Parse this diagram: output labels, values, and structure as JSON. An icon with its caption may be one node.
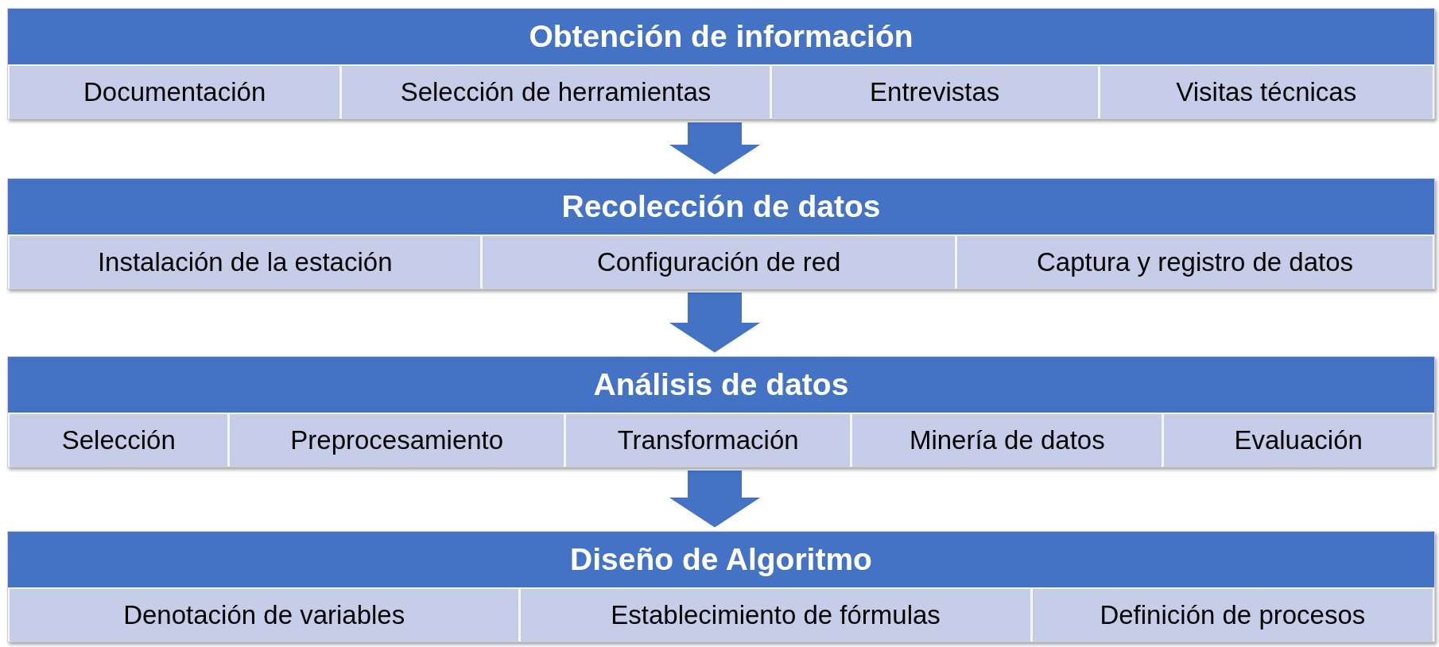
{
  "diagram": {
    "nodes": [
      {
        "text": [
          "Obtención de  información"
        ]
      },
      {
        "text": [
          "Documentación"
        ],
        "in": 0
      },
      {
        "text": [
          "Selección de herramientas"
        ],
        "in": 0
      },
      {
        "text": [
          "Entrevistas"
        ],
        "in": 0
      },
      {
        "text": [
          "Visitas técnicas"
        ],
        "in": 0
      },
      {
        "text": [
          "Recolección de datos"
        ]
      },
      {
        "text": [
          "Instalación de la estación"
        ],
        "in": 5
      },
      {
        "text": [
          "Configuración de red"
        ],
        "in": 5
      },
      {
        "text": [
          "Captura y registro de datos"
        ],
        "in": 5
      },
      {
        "text": [
          "Análisis de datos"
        ]
      },
      {
        "text": [
          "Selección"
        ],
        "in": 9
      },
      {
        "text": [
          "Preprocesamiento"
        ],
        "in": 9
      },
      {
        "text": [
          "Transformación"
        ],
        "in": 9
      },
      {
        "text": [
          "Minería de datos"
        ],
        "in": 9
      },
      {
        "text": [
          "Evaluación"
        ],
        "in": 9
      },
      {
        "text": [
          "Diseño de Algoritmo"
        ]
      },
      {
        "text": [
          "Denotación de variables"
        ],
        "in": 15
      },
      {
        "text": [
          "Establecimiento de fórmulas"
        ],
        "in": 15
      },
      {
        "text": [
          "Definición de procesos"
        ],
        "in": 15
      }
    ],
    "edges": [
      {
        "from": 0,
        "to": 5,
        "arrow": "to"
      },
      {
        "from": 5,
        "to": 9,
        "arrow": "to"
      },
      {
        "from": 9,
        "to": 15,
        "arrow": "to"
      }
    ]
  }
}
